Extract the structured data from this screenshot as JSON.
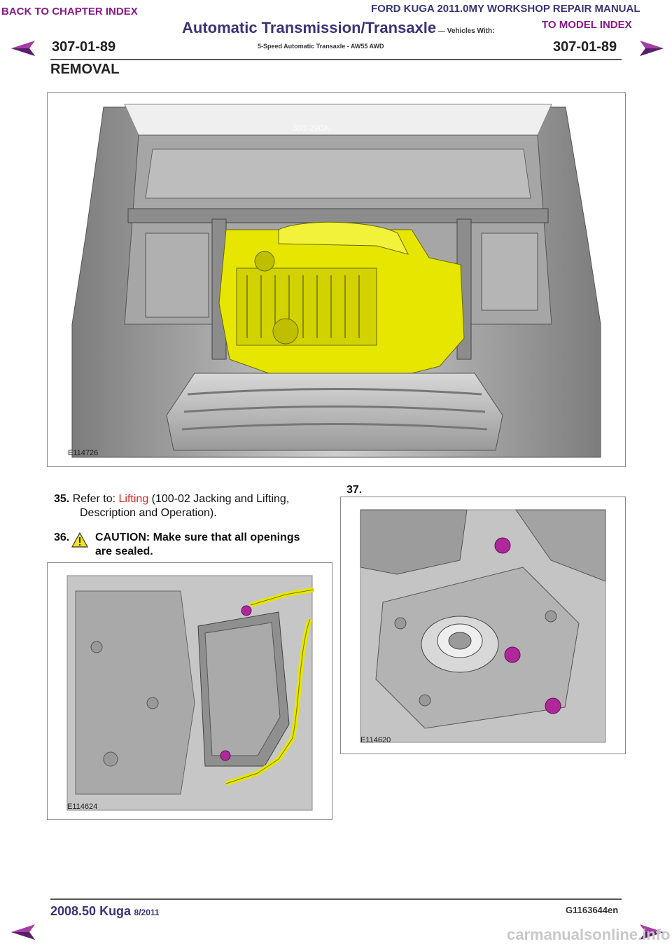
{
  "nav": {
    "back_chapter": "BACK TO CHAPTER INDEX",
    "to_model": "TO MODEL INDEX"
  },
  "header": {
    "manual_title": "FORD KUGA 2011.0MY WORKSHOP REPAIR MANUAL",
    "section_title": "Automatic Transmission/Transaxle",
    "vehicles_with": " — Vehicles With:",
    "subtitle": "5-Speed Automatic Transaxle - AW55 AWD",
    "page_left": "307-01-89",
    "page_right": "307-01-89",
    "heading": "REMOVAL"
  },
  "figures": {
    "main": {
      "code": "E114726",
      "tool_label": "303-290A"
    },
    "left": {
      "code": "E114624"
    },
    "right": {
      "code": "E114620"
    }
  },
  "steps": {
    "s35": {
      "num": "35.",
      "lead": "Refer to: ",
      "link": "Lifting",
      "rest": " (100-02 Jacking and Lifting,",
      "line2": "Description and Operation)."
    },
    "s36": {
      "num": "36.",
      "caution_line1": "CAUTION: Make sure that all openings",
      "caution_line2": "are sealed."
    },
    "s37": {
      "num": "37."
    }
  },
  "footer": {
    "model": "2008.50 Kuga",
    "date": "8/2011",
    "docid": "G1163644en",
    "watermark": "carmanualsonline.info"
  },
  "colors": {
    "accent": "#3a3477",
    "nav_link": "#8a1a8a",
    "xref": "#d4261e",
    "highlight_yellow": "#e6e600",
    "highlight_magenta": "#b0279a"
  }
}
